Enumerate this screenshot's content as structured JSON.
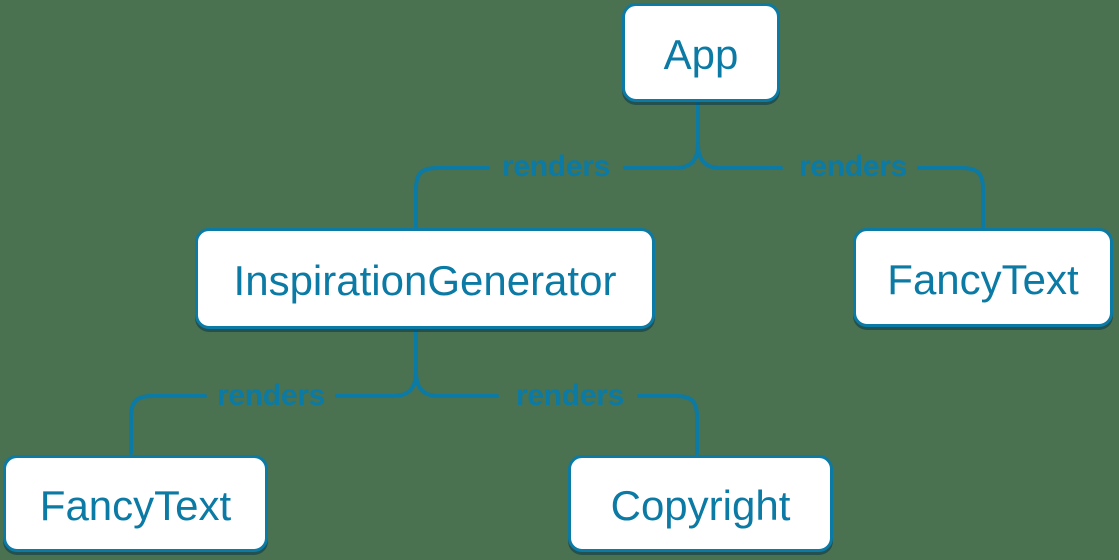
{
  "palette": {
    "bg": "#4a7150",
    "accent": "#0b7aa4",
    "fill": "#ffffff",
    "shadow": "rgba(6,52,74,0.55)"
  },
  "nodes": [
    {
      "id": "app",
      "label": "App"
    },
    {
      "id": "inspiration-generator",
      "label": "InspirationGenerator"
    },
    {
      "id": "fancy-text-top",
      "label": "FancyText"
    },
    {
      "id": "fancy-text-bottom",
      "label": "FancyText"
    },
    {
      "id": "copyright",
      "label": "Copyright"
    }
  ],
  "edges": [
    {
      "from": "App",
      "to": "InspirationGenerator",
      "label": "renders"
    },
    {
      "from": "App",
      "to": "FancyText",
      "label": "renders"
    },
    {
      "from": "InspirationGenerator",
      "to": "FancyText",
      "label": "renders"
    },
    {
      "from": "InspirationGenerator",
      "to": "Copyright",
      "label": "renders"
    }
  ]
}
